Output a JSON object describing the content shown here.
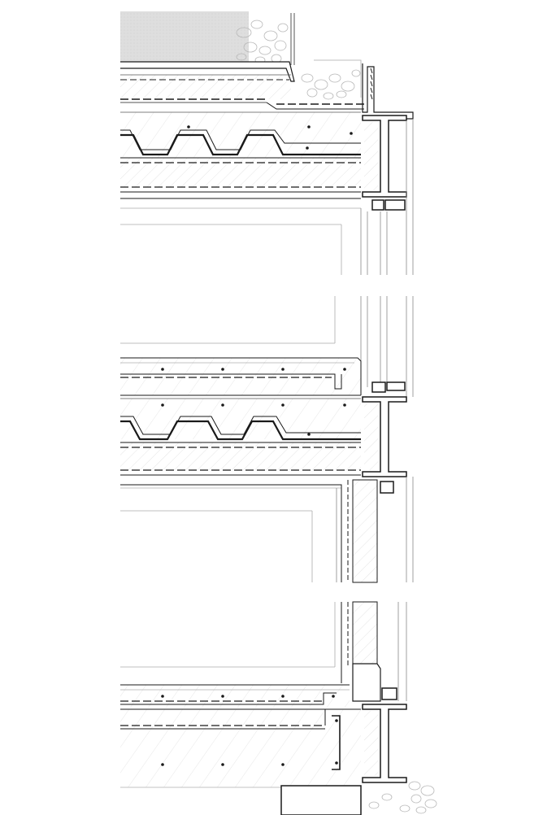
{
  "drawing": {
    "sections": [
      "roof-parapet",
      "intermediate-floor",
      "ground-floor-base"
    ]
  },
  "colors": {
    "line": "#1a1a1a",
    "thin_line": "#9a9a9a",
    "hatch": "#cfcfcf",
    "gravel": "#b8b8b8",
    "cap_fill": "#dcdcdc",
    "paper": "#ffffff"
  },
  "materials": [
    "gravel",
    "concrete",
    "metal-deck",
    "insulation",
    "steel-i-beam",
    "window-frame",
    "soil"
  ]
}
